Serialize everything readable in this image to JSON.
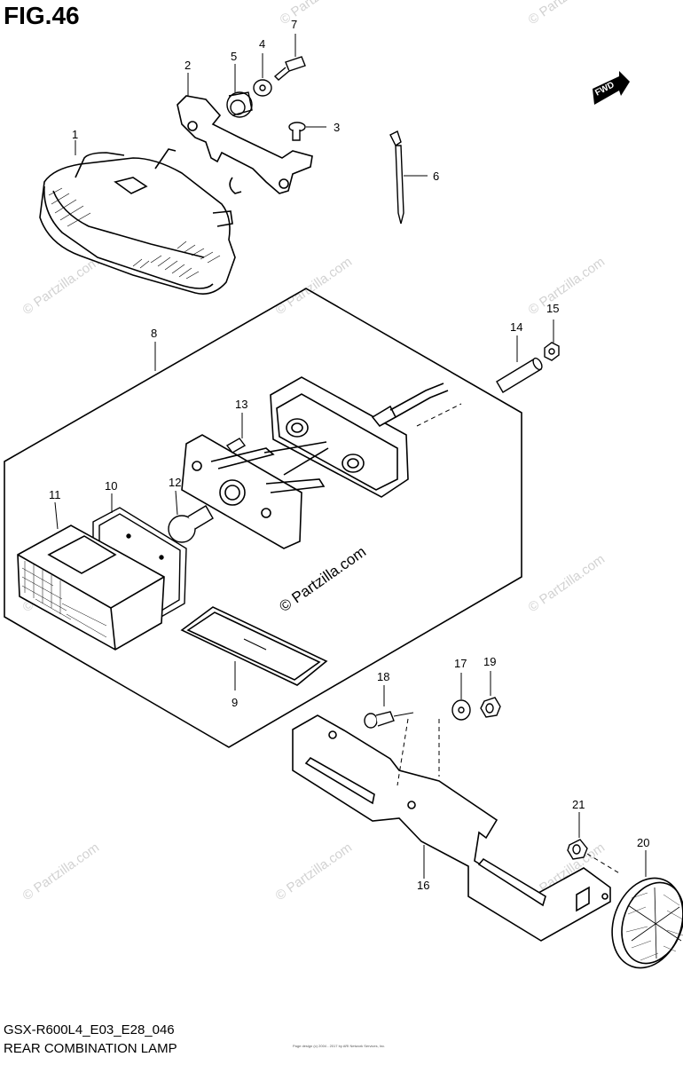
{
  "figure": {
    "title": "FIG.46",
    "model_code": "GSX-R600L4_E03_E28_046",
    "section_name": "REAR COMBINATION LAMP",
    "fine_print": "Page design (c) 2004 - 2017 by ARI Network Services, Inc."
  },
  "watermark": {
    "text": "© Partzilla.com"
  },
  "direction_marker": "FWD",
  "callouts": [
    {
      "id": "1",
      "label": "1"
    },
    {
      "id": "2",
      "label": "2"
    },
    {
      "id": "3",
      "label": "3"
    },
    {
      "id": "4",
      "label": "4"
    },
    {
      "id": "5",
      "label": "5"
    },
    {
      "id": "6",
      "label": "6"
    },
    {
      "id": "7",
      "label": "7"
    },
    {
      "id": "8",
      "label": "8"
    },
    {
      "id": "9",
      "label": "9"
    },
    {
      "id": "10",
      "label": "10"
    },
    {
      "id": "11",
      "label": "11"
    },
    {
      "id": "12",
      "label": "12"
    },
    {
      "id": "13",
      "label": "13"
    },
    {
      "id": "14",
      "label": "14"
    },
    {
      "id": "15",
      "label": "15"
    },
    {
      "id": "16",
      "label": "16"
    },
    {
      "id": "17",
      "label": "17"
    },
    {
      "id": "18",
      "label": "18"
    },
    {
      "id": "19",
      "label": "19"
    },
    {
      "id": "20",
      "label": "20"
    },
    {
      "id": "21",
      "label": "21"
    }
  ],
  "colors": {
    "line": "#000000",
    "watermark": "#d2d2d2",
    "fwd_arrow": "#000000"
  }
}
